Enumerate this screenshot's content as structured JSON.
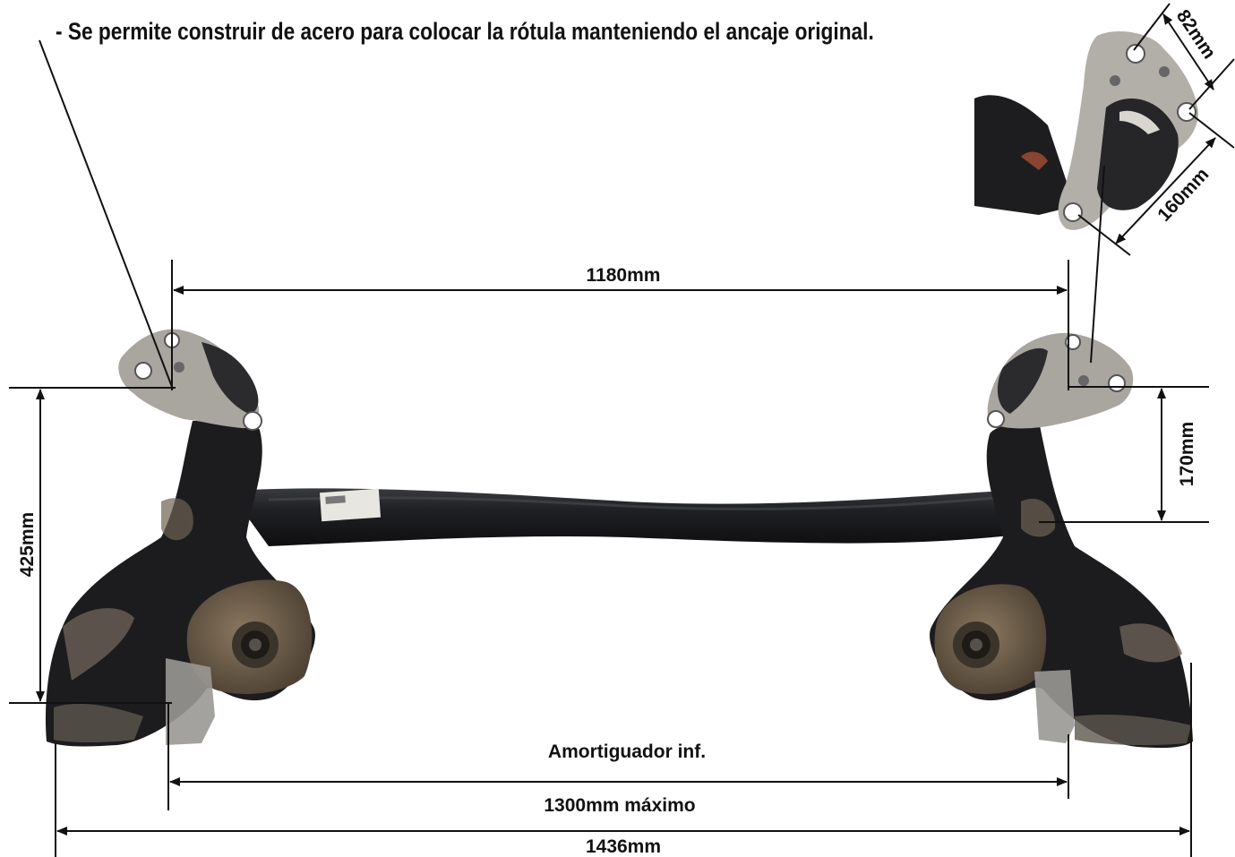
{
  "note": "- Se permite construir de acero para colocar la rótula manteniendo el ancaje original.",
  "dimensions": {
    "top_width": "1180mm",
    "left_height": "425mm",
    "right_height": "170mm",
    "bolt_spacing": "82mm",
    "mount_length": "160mm",
    "damper_label": "Amortiguador inf.",
    "damper_width": "1300mm máximo",
    "overall_width": "1436mm"
  },
  "colors": {
    "line": "#111111",
    "axle": "#1b1c1e",
    "mount": "#a7a39d",
    "rubber": "#2a2a2c",
    "plate": "#6a5a45"
  }
}
